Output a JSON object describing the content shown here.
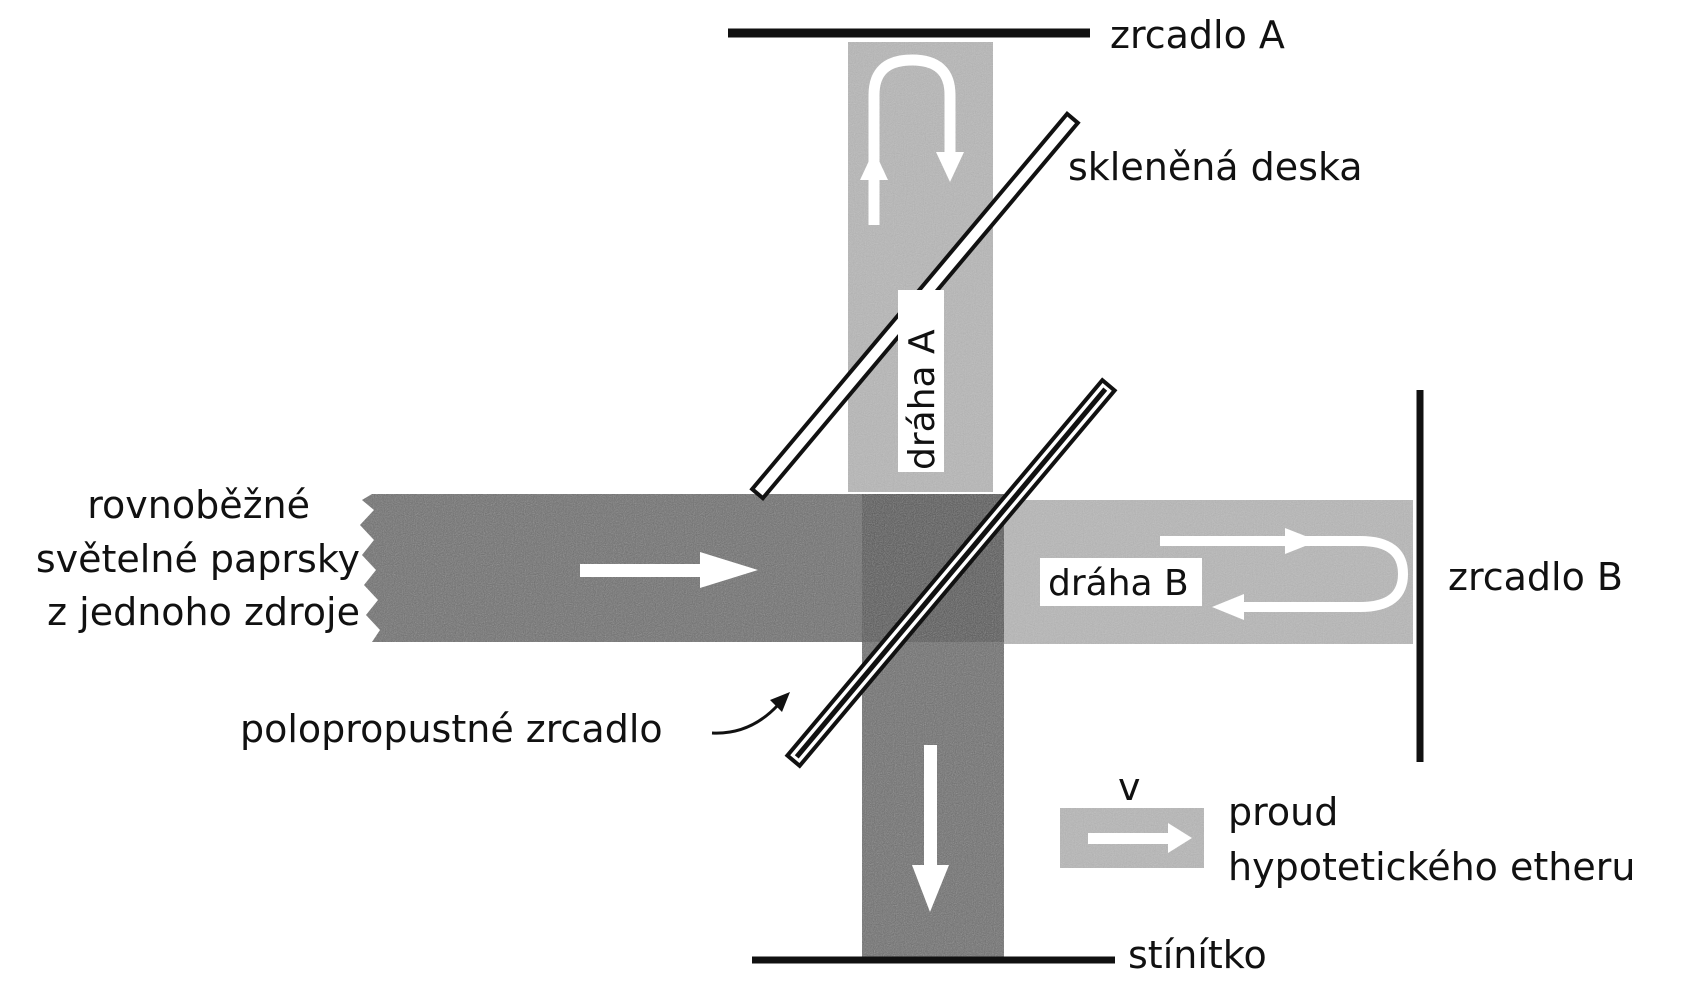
{
  "labels": {
    "mirror_a": "zrcadlo A",
    "glass_plate": "skleněná deska",
    "path_a": "dráha A",
    "source_line1": "rovnoběžné",
    "source_line2": "světelné paprsky",
    "source_line3": "z jednoho zdroje",
    "path_b": "dráha B",
    "mirror_b": "zrcadlo B",
    "half_mirror": "polopropustné zrcadlo",
    "velocity": "v",
    "ether_line1": "proud",
    "ether_line2": "hypotetického etheru",
    "screen": "stínítko"
  },
  "colors": {
    "beam_dark": "#6e6e6e",
    "beam_light": "#b7b7b7",
    "beam_overlap": "#555555",
    "ink": "#111111",
    "arrow": "#ffffff"
  }
}
